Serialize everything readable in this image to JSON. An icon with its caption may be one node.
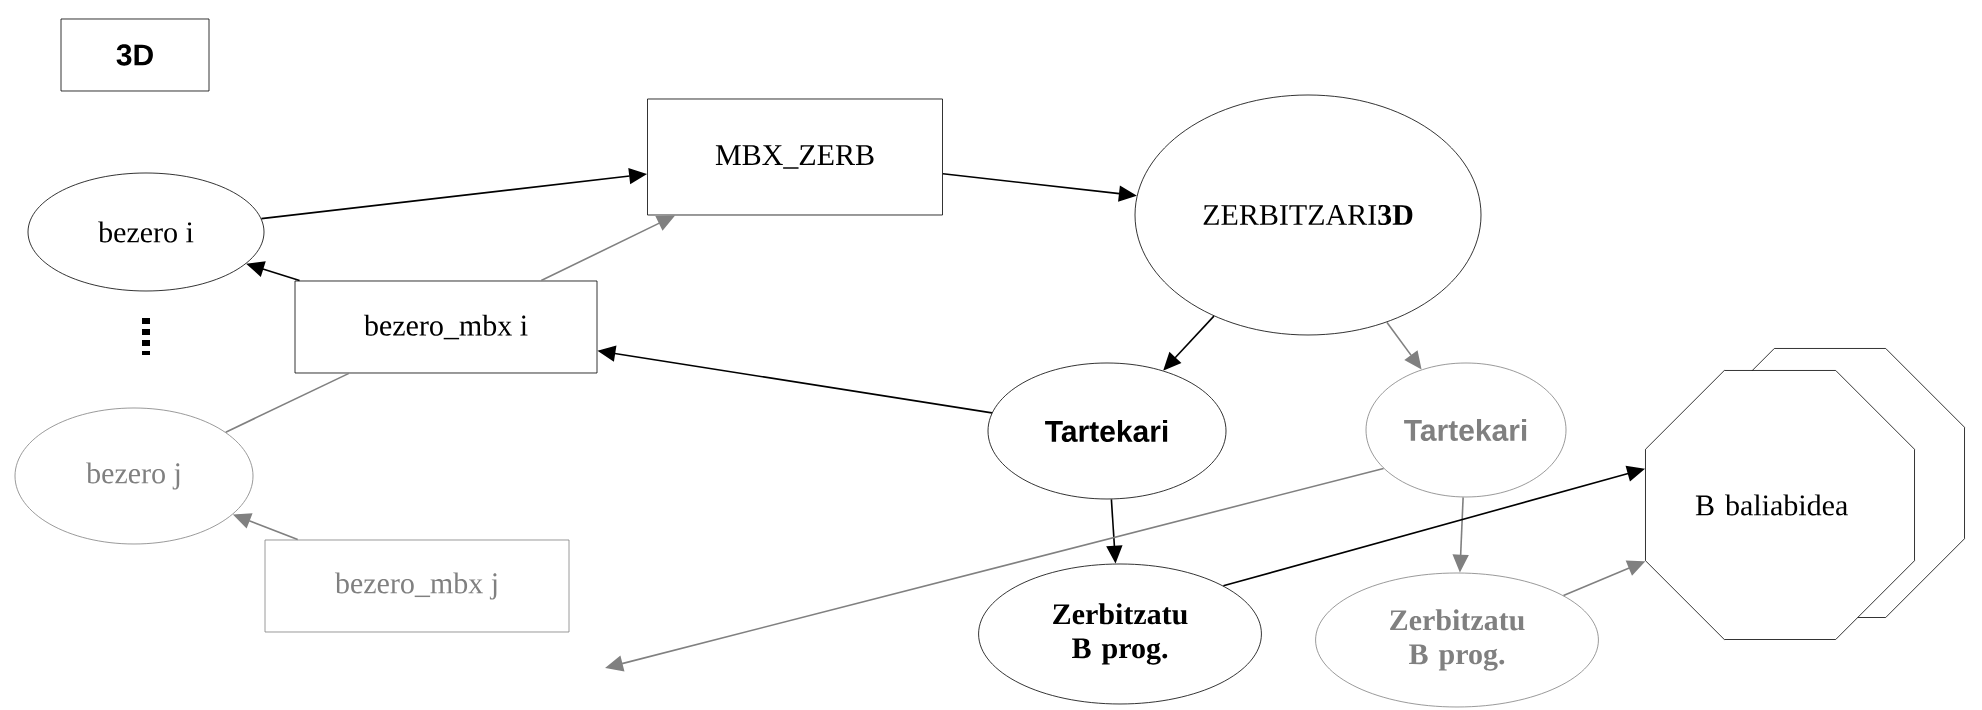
{
  "diagram": {
    "nodes": [
      {
        "text": [
          "3D"
        ]
      },
      {
        "text": [
          "bezero i"
        ]
      },
      {
        "text": [
          "MBX_ZERB"
        ]
      },
      {
        "text": [
          "ZERBITZARI**3D**"
        ]
      },
      {
        "text": [
          "bezero_mbx i"
        ]
      },
      {
        "text": [
          "Tartekari"
        ]
      },
      {
        "text": [
          "Tartekari"
        ]
      },
      {
        "text": [
          "bezero j"
        ]
      },
      {
        "text": [
          "B baliabidea"
        ]
      },
      {
        "text": [
          "bezero_mbx j"
        ]
      },
      {
        "text": [
          "Zerbitzatu B prog."
        ]
      },
      {
        "text": [
          "Zerbitzatu B prog."
        ]
      }
    ],
    "edges": [
      {
        "from": 1,
        "to": 2,
        "arrow": "to"
      },
      {
        "from": 2,
        "to": 3,
        "arrow": "to"
      },
      {
        "from": 4,
        "to": 1,
        "arrow": "to"
      },
      {
        "from": 7,
        "to": 4,
        "arrow": "none",
        "color": "#808080"
      },
      {
        "from": 4,
        "to": 2,
        "arrow": "to",
        "color": "#808080"
      },
      {
        "from": 3,
        "to": 5,
        "arrow": "to"
      },
      {
        "from": 5,
        "to": 4,
        "arrow": "to"
      },
      {
        "from": 3,
        "to": 6,
        "arrow": "to",
        "color": "#808080"
      },
      {
        "from": 5,
        "to": 10,
        "arrow": "to"
      },
      {
        "from": 6,
        "to": 11,
        "arrow": "to",
        "color": "#808080"
      },
      {
        "from": 10,
        "to": 8,
        "arrow": "to"
      },
      {
        "from": 11,
        "to": 8,
        "arrow": "to",
        "color": "#808080"
      },
      {
        "from": 6,
        "to": null,
        "arrow": "to",
        "color": "#808080"
      },
      {
        "from": 9,
        "to": 7,
        "arrow": "to",
        "color": "#808080"
      }
    ]
  }
}
